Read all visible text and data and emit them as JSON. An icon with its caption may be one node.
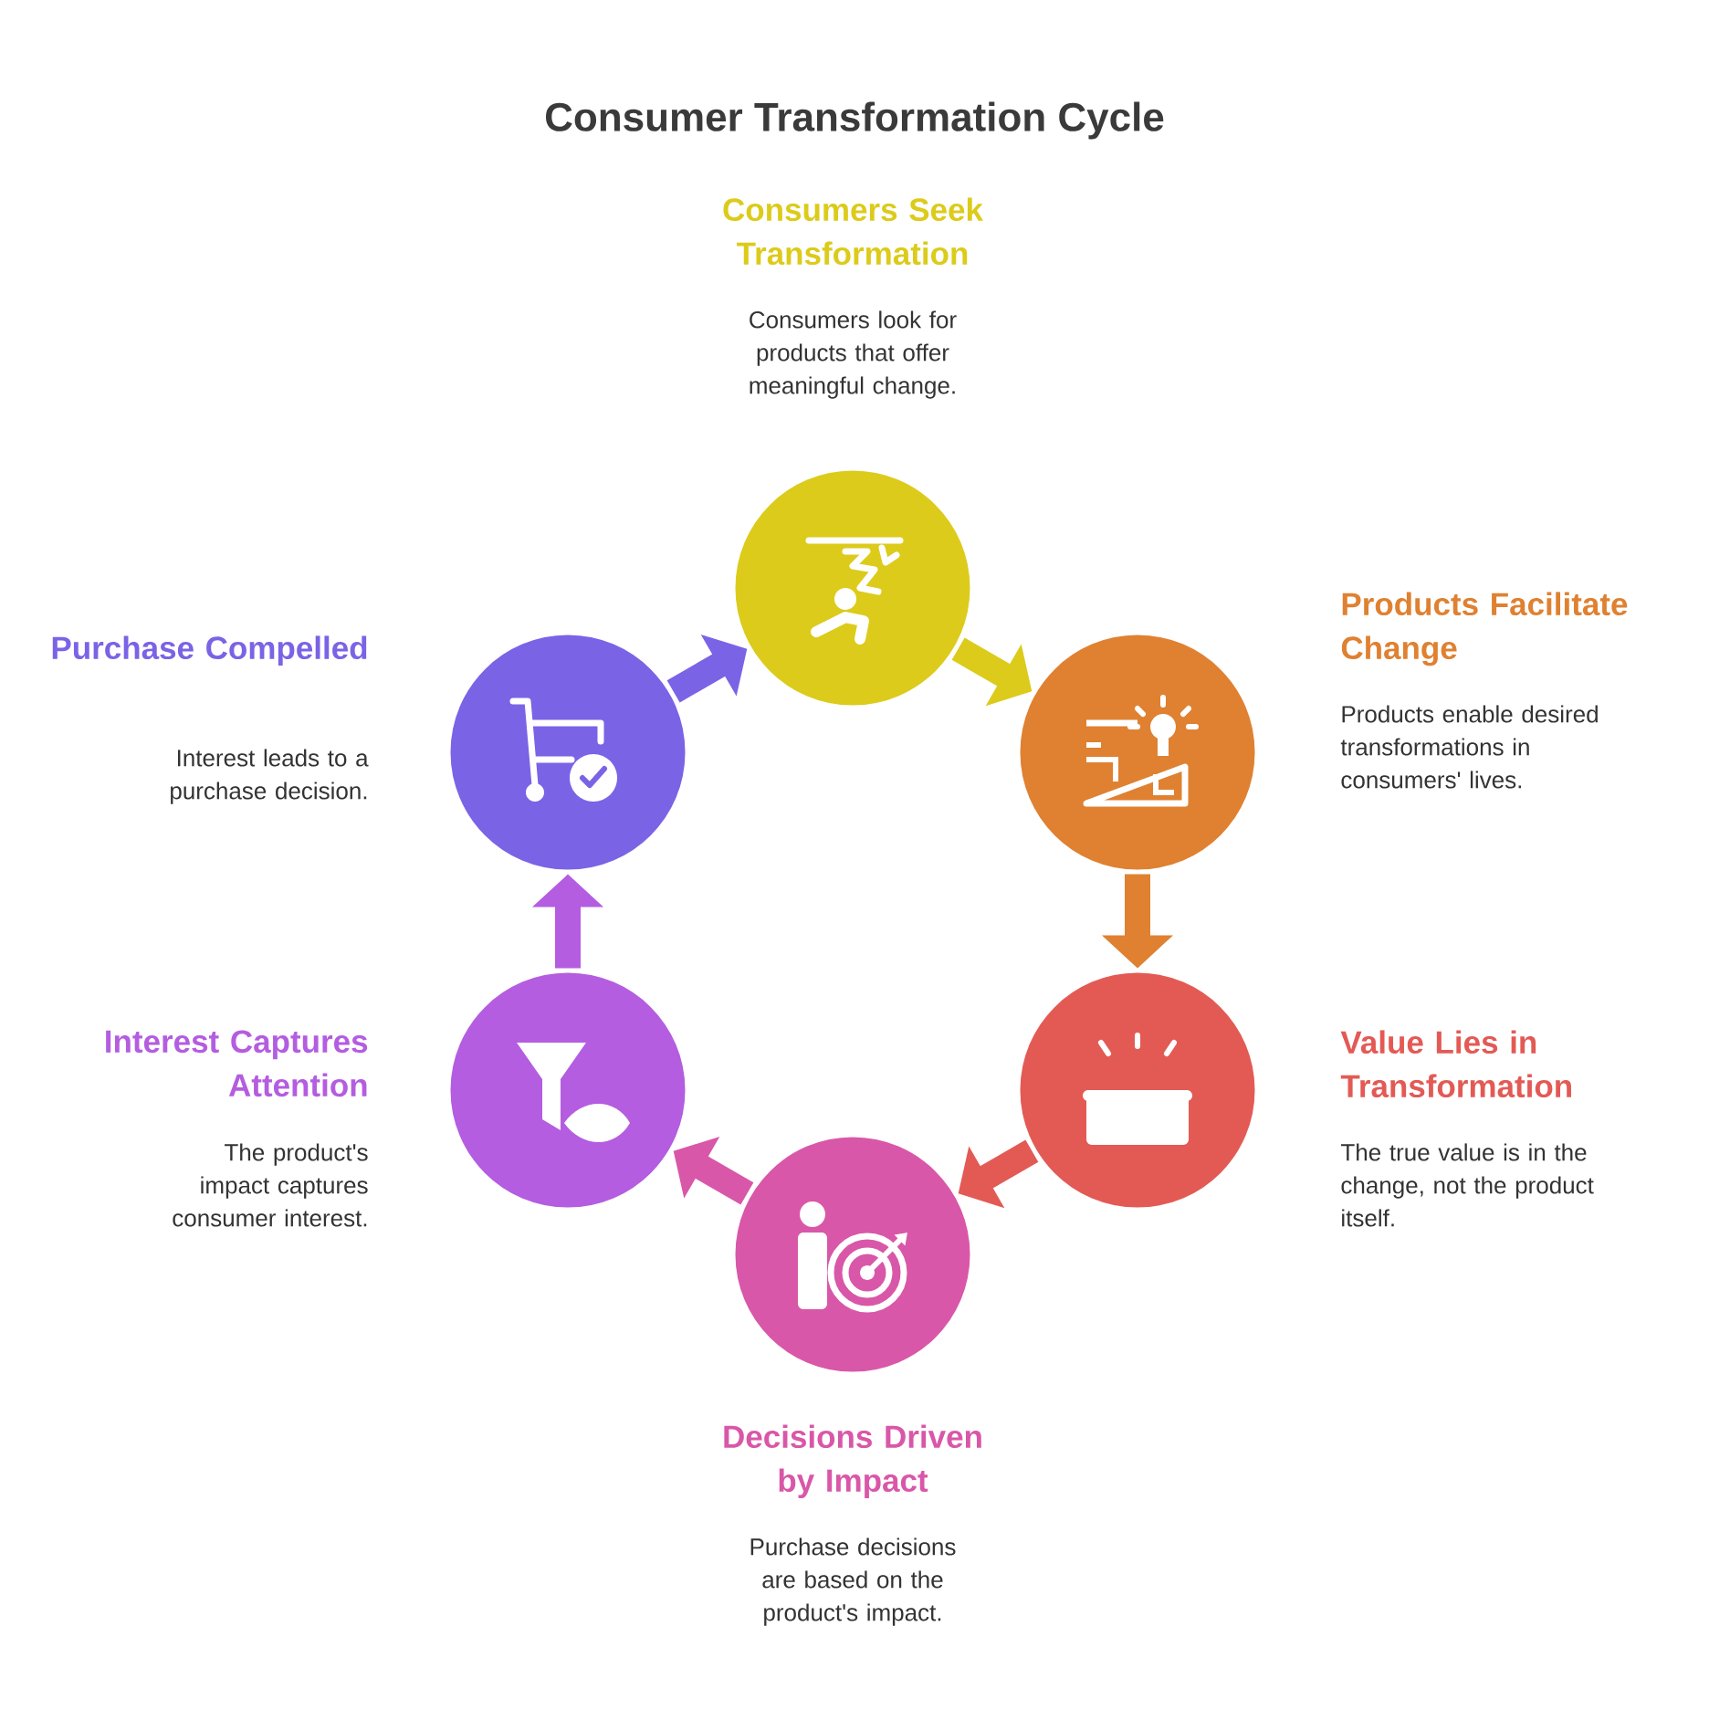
{
  "diagram": {
    "title": "Consumer Transformation Cycle",
    "nodes": [
      {
        "text": [
          "Consumers Seek Transformation",
          "Consumers look for products that offer meaningful change."
        ]
      },
      {
        "text": [
          "Products Facilitate Change",
          "Products enable desired transformations in consumers' lives."
        ]
      },
      {
        "text": [
          "Value Lies in Transformation",
          "The true value is in the change, not the product itself."
        ]
      },
      {
        "text": [
          "Decisions Driven by Impact",
          "Purchase decisions are based on the product's impact."
        ]
      },
      {
        "text": [
          "Interest Captures Attention",
          "The product's impact captures consumer interest."
        ]
      },
      {
        "text": [
          "Purchase Compelled",
          "Interest leads to a purchase decision."
        ]
      }
    ],
    "edges": [
      {
        "from": 0,
        "to": 1,
        "arrow": "to",
        "color": "#dccb1a"
      },
      {
        "from": 1,
        "to": 2,
        "arrow": "to",
        "color": "#df8131"
      },
      {
        "from": 2,
        "to": 3,
        "arrow": "to",
        "color": "#e35a55"
      },
      {
        "from": 3,
        "to": 4,
        "arrow": "to",
        "color": "#d957a8"
      },
      {
        "from": 4,
        "to": 5,
        "arrow": "to",
        "color": "#b45de0"
      },
      {
        "from": 5,
        "to": 0,
        "arrow": "to",
        "color": "#7b63e6"
      }
    ]
  }
}
